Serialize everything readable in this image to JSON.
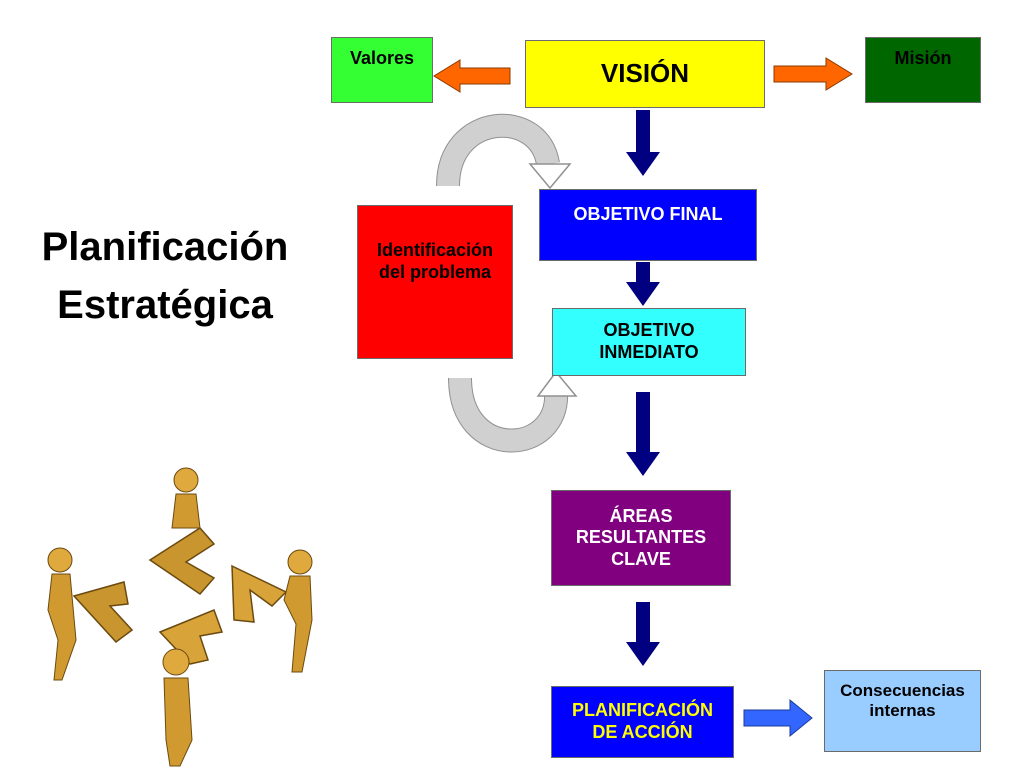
{
  "title": {
    "line1": "Planificación",
    "line2": "Estratégica"
  },
  "nodes": {
    "valores": {
      "label": "Valores"
    },
    "vision": {
      "label": "VISIÓN"
    },
    "mision": {
      "label": "Misión"
    },
    "identificacion": {
      "line1": "Identificación",
      "line2": "del problema"
    },
    "objetivo_final": {
      "label": "OBJETIVO FINAL"
    },
    "objetivo_inmediato": {
      "line1": "OBJETIVO",
      "line2": "INMEDIATO"
    },
    "areas": {
      "line1": "ÁREAS",
      "line2": "RESULTANTES",
      "line3": "CLAVE"
    },
    "planificacion": {
      "line1": "PLANIFICACIÓN",
      "line2": "DE ACCIÓN"
    },
    "consecuencias": {
      "line1": "Consecuencias",
      "line2": "internas"
    }
  },
  "colors": {
    "valores": "#33ff33",
    "vision": "#ffff00",
    "mision": "#006600",
    "identificacion": "#ff0000",
    "objetivo_final": "#0000ff",
    "objetivo_inmediato": "#33ffff",
    "areas": "#800080",
    "planificacion": "#0000ff",
    "planificacion_text": "#ffff00",
    "consecuencias": "#99ccff",
    "flow_arrow": "#000080",
    "side_arrow": "#ff6600",
    "blue_arrow": "#3366ff",
    "cycle_arrow": "#c0c0c0"
  },
  "illustration": {
    "icon": "people-pushing-arrows-icon"
  }
}
